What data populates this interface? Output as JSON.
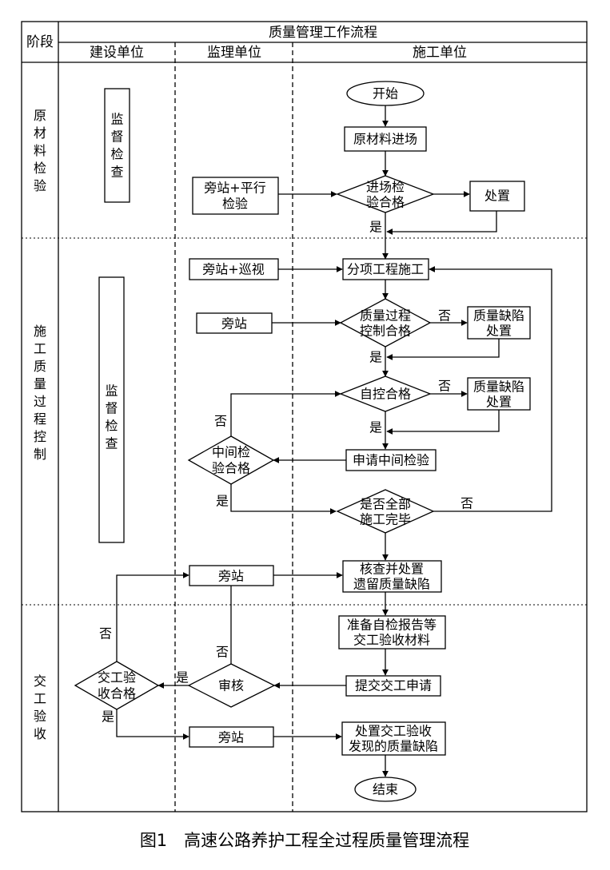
{
  "header": {
    "stage_label": "阶段",
    "process_title": "质量管理工作流程",
    "lanes": [
      "建设单位",
      "监理单位",
      "施工单位"
    ]
  },
  "phases": [
    {
      "chars": [
        "原",
        "材",
        "料",
        "检",
        "验"
      ]
    },
    {
      "chars": [
        "施",
        "工",
        "质",
        "量",
        "过",
        "程",
        "控",
        "制"
      ]
    },
    {
      "chars": [
        "交",
        "工",
        "验",
        "收"
      ]
    }
  ],
  "construction_unit": {
    "start": "开始",
    "raw_material_entry": "原材料进场",
    "entry_check": [
      "进场检",
      "验合格"
    ],
    "dispose": "处置",
    "subitem_construction": "分项工程施工",
    "process_control_check": [
      "质量过程",
      "控制合格"
    ],
    "defect_handling_1": [
      "质量缺陷",
      "处置"
    ],
    "self_check": "自控合格",
    "defect_handling_2": [
      "质量缺陷",
      "处置"
    ],
    "apply_mid_inspection": "申请中间检验",
    "all_complete_check": [
      "是否全部",
      "施工完毕"
    ],
    "verify_residual": [
      "核查并处置",
      "遗留质量缺陷"
    ],
    "prepare_report": [
      "准备自检报告等",
      "交工验收材料"
    ],
    "submit_application": "提交交工申请",
    "handle_found_defects": [
      "处置交工验收",
      "发现的质量缺陷"
    ],
    "end": "结束"
  },
  "supervision_unit": {
    "sidestation_parallel": [
      "旁站+平行",
      "检验"
    ],
    "sidestation_patrol": "旁站+巡视",
    "sidestation_1": "旁站",
    "mid_inspection_check": [
      "中间检",
      "验合格"
    ],
    "sidestation_2": "旁站",
    "review": "审核",
    "sidestation_3": "旁站"
  },
  "construction_owner": {
    "supervise_1": [
      "监",
      "督",
      "检",
      "查"
    ],
    "supervise_2": [
      "监",
      "督",
      "检",
      "查"
    ],
    "acceptance_check": [
      "交工验",
      "收合格"
    ]
  },
  "edge_labels": {
    "yes": "是",
    "no": "否"
  },
  "caption": "图1　高速公路养护工程全过程质量管理流程"
}
